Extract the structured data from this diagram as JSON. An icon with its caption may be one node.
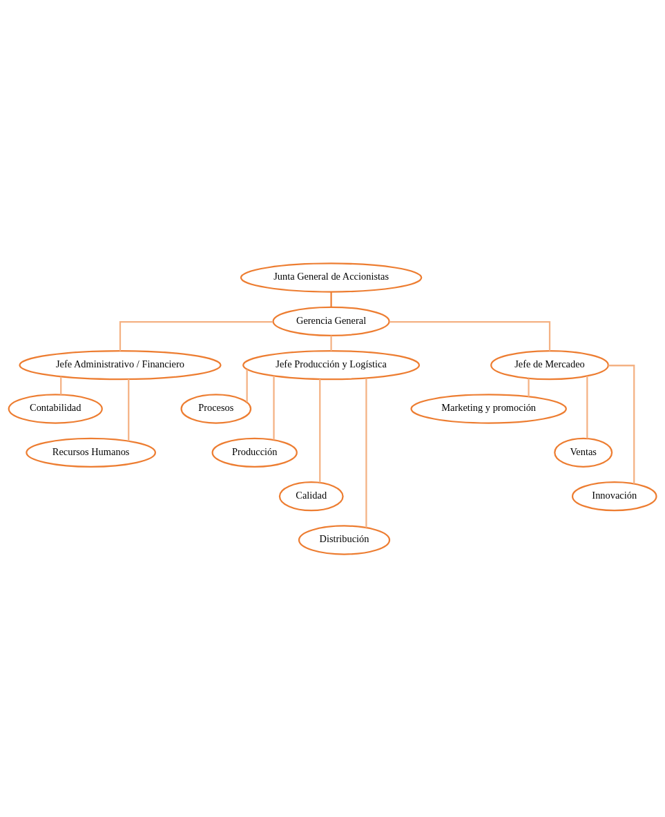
{
  "diagram": {
    "nodes": [
      {
        "text": [
          "Junta General de Accionistas"
        ]
      },
      {
        "text": [
          "Gerencia General"
        ]
      },
      {
        "text": [
          "Jefe Administrativo / Financiero"
        ]
      },
      {
        "text": [
          "Jefe Producción y Logística"
        ]
      },
      {
        "text": [
          "Jefe de Mercadeo"
        ]
      },
      {
        "text": [
          "Contabilidad"
        ]
      },
      {
        "text": [
          "Recursos Humanos"
        ]
      },
      {
        "text": [
          "Procesos"
        ]
      },
      {
        "text": [
          "Producción"
        ]
      },
      {
        "text": [
          "Calidad"
        ]
      },
      {
        "text": [
          "Distribución"
        ]
      },
      {
        "text": [
          "Marketing y promoción"
        ]
      },
      {
        "text": [
          "Ventas"
        ]
      },
      {
        "text": [
          "Innovación"
        ]
      }
    ],
    "edges": [
      {
        "from": 0,
        "to": 1,
        "arrow": "none",
        "color": "#ed7d31"
      },
      {
        "from": 1,
        "to": 2,
        "arrow": "none"
      },
      {
        "from": 1,
        "to": 3,
        "arrow": "none"
      },
      {
        "from": 1,
        "to": 4,
        "arrow": "none"
      },
      {
        "from": 2,
        "to": 5,
        "arrow": "none"
      },
      {
        "from": 2,
        "to": 6,
        "arrow": "none"
      },
      {
        "from": 3,
        "to": 7,
        "arrow": "none"
      },
      {
        "from": 3,
        "to": 8,
        "arrow": "none"
      },
      {
        "from": 3,
        "to": 9,
        "arrow": "none"
      },
      {
        "from": 3,
        "to": 10,
        "arrow": "none"
      },
      {
        "from": 4,
        "to": 11,
        "arrow": "none"
      },
      {
        "from": 4,
        "to": 12,
        "arrow": "none"
      },
      {
        "from": 4,
        "to": 13,
        "arrow": "none"
      }
    ]
  }
}
